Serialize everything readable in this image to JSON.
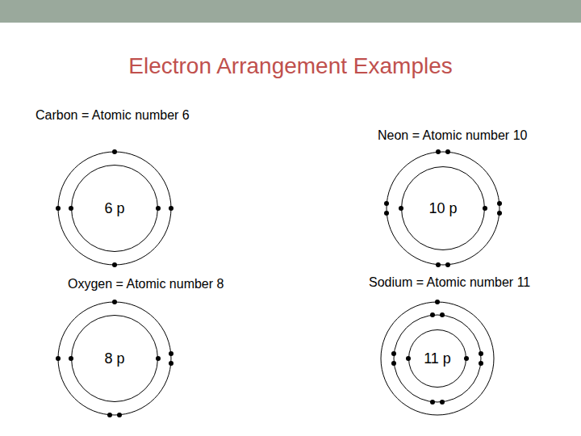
{
  "diagram": {
    "title": "Electron Arrangement Examples",
    "nodes": [
      {
        "text": [
          "6 p"
        ]
      },
      {
        "text": [
          "10 p"
        ]
      },
      {
        "text": [
          "8 p"
        ]
      },
      {
        "text": [
          "11 p"
        ]
      }
    ],
    "labels": [
      "Carbon = Atomic number 6",
      "Neon = Atomic number 10",
      "Oxygen = Atomic number 8",
      "Sodium = Atomic number 11"
    ]
  }
}
